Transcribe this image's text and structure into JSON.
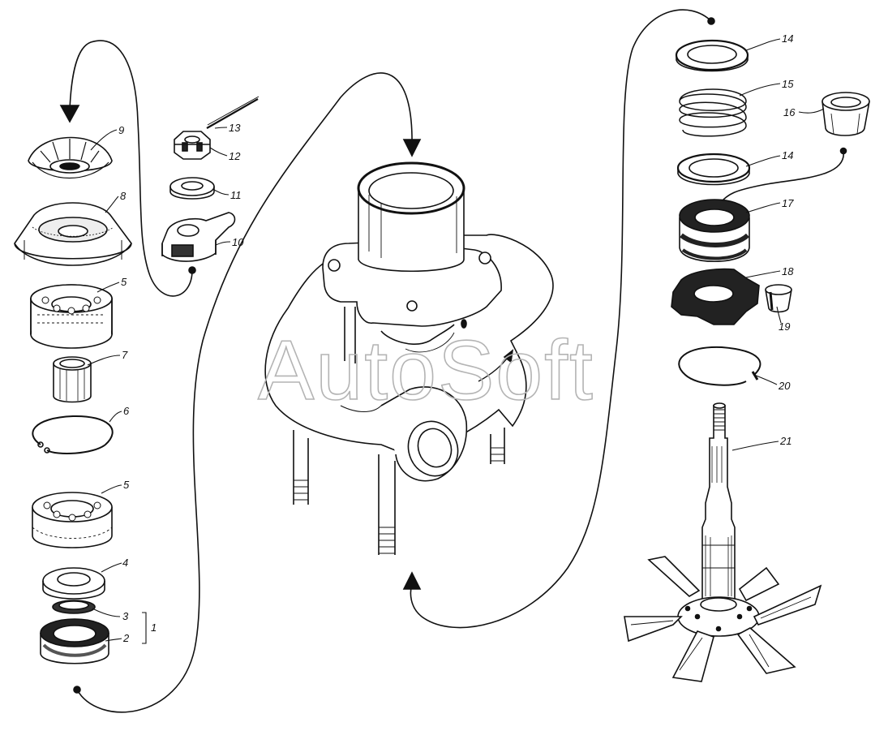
{
  "watermark": "AutoSoft",
  "callouts": {
    "n1": "1",
    "n2": "2",
    "n3": "3",
    "n4": "4",
    "n5a": "5",
    "n5b": "5",
    "n6": "6",
    "n7": "7",
    "n8": "8",
    "n9": "9",
    "n10": "10",
    "n11": "11",
    "n12": "12",
    "n13": "13",
    "n14a": "14",
    "n14b": "14",
    "n15": "15",
    "n16": "16",
    "n17": "17",
    "n18": "18",
    "n19": "19",
    "n20": "20",
    "n21": "21"
  },
  "colors": {
    "ink": "#111111",
    "watermark": "#b4b4b4",
    "background": "#ffffff"
  }
}
